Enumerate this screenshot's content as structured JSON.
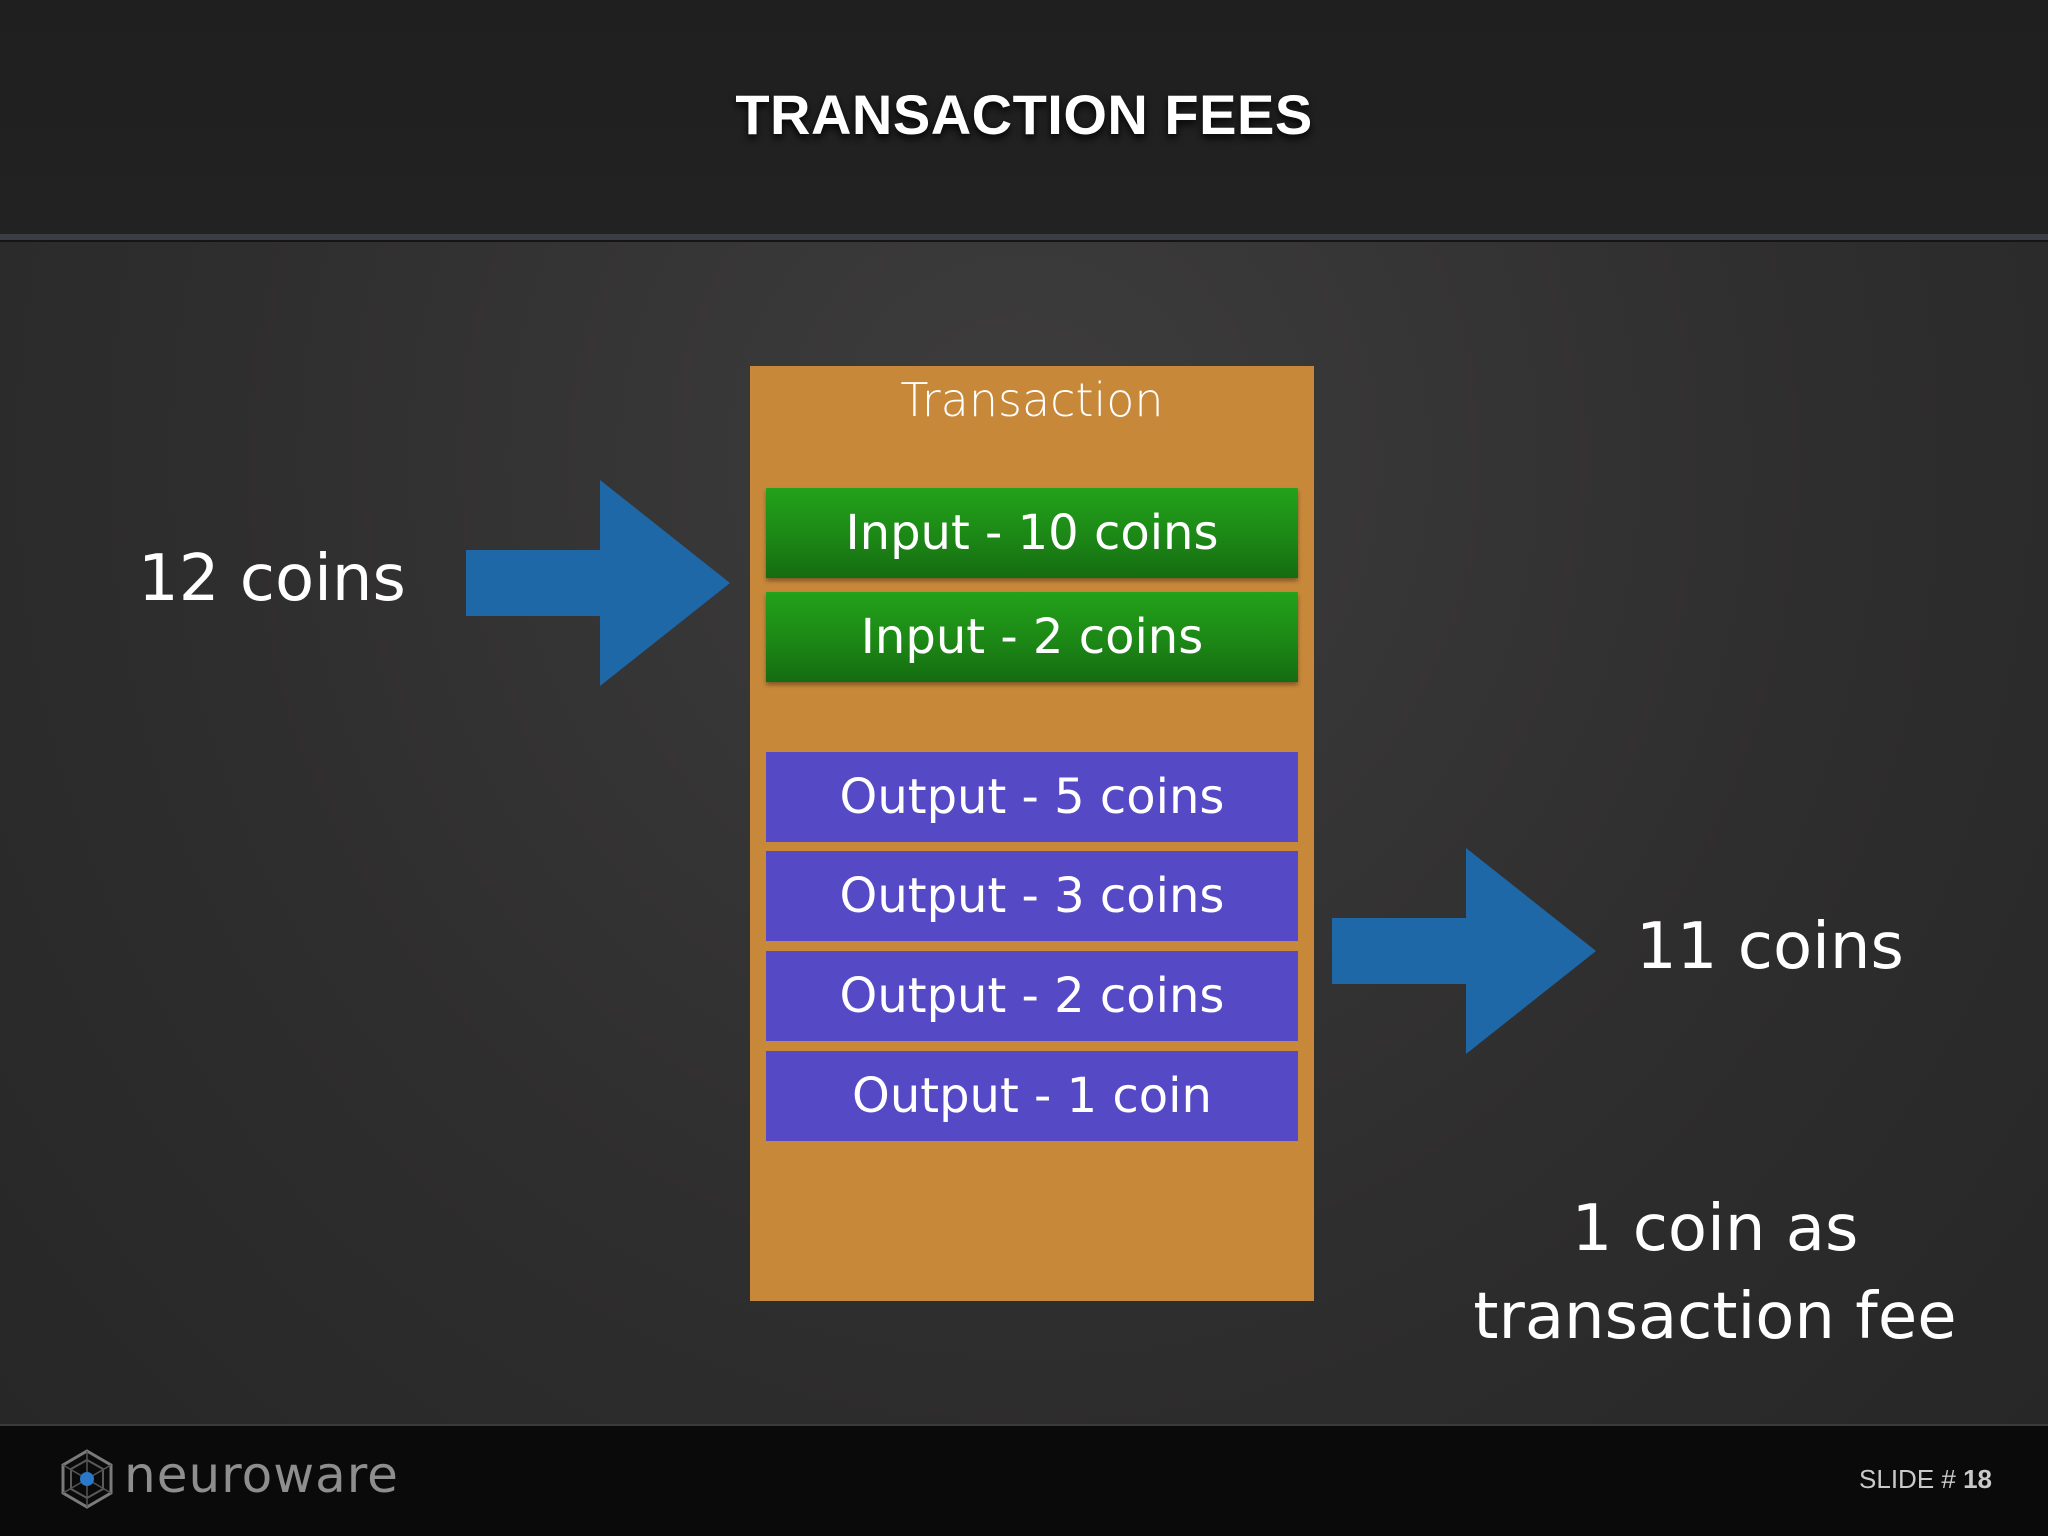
{
  "slide": {
    "title": "TRANSACTION FEES"
  },
  "diagram": {
    "transaction_label": "Transaction",
    "inputs": [
      {
        "label": "Input - 10 coins"
      },
      {
        "label": "Input - 2 coins"
      }
    ],
    "outputs": [
      {
        "label": "Output - 5 coins"
      },
      {
        "label": "Output - 3 coins"
      },
      {
        "label": "Output - 2 coins"
      },
      {
        "label": "Output - 1 coin"
      }
    ],
    "incoming_total": "12 coins",
    "outgoing_total": "11 coins",
    "fee_line1": "1 coin as",
    "fee_line2": "transaction fee"
  },
  "footer": {
    "brand": "neuroware",
    "slide_label": "SLIDE #",
    "slide_number": "18"
  },
  "colors": {
    "transaction_box": "#c8883a",
    "input_row": "#1c8716",
    "output_row": "#5649c6",
    "arrow": "#1e68a8"
  }
}
